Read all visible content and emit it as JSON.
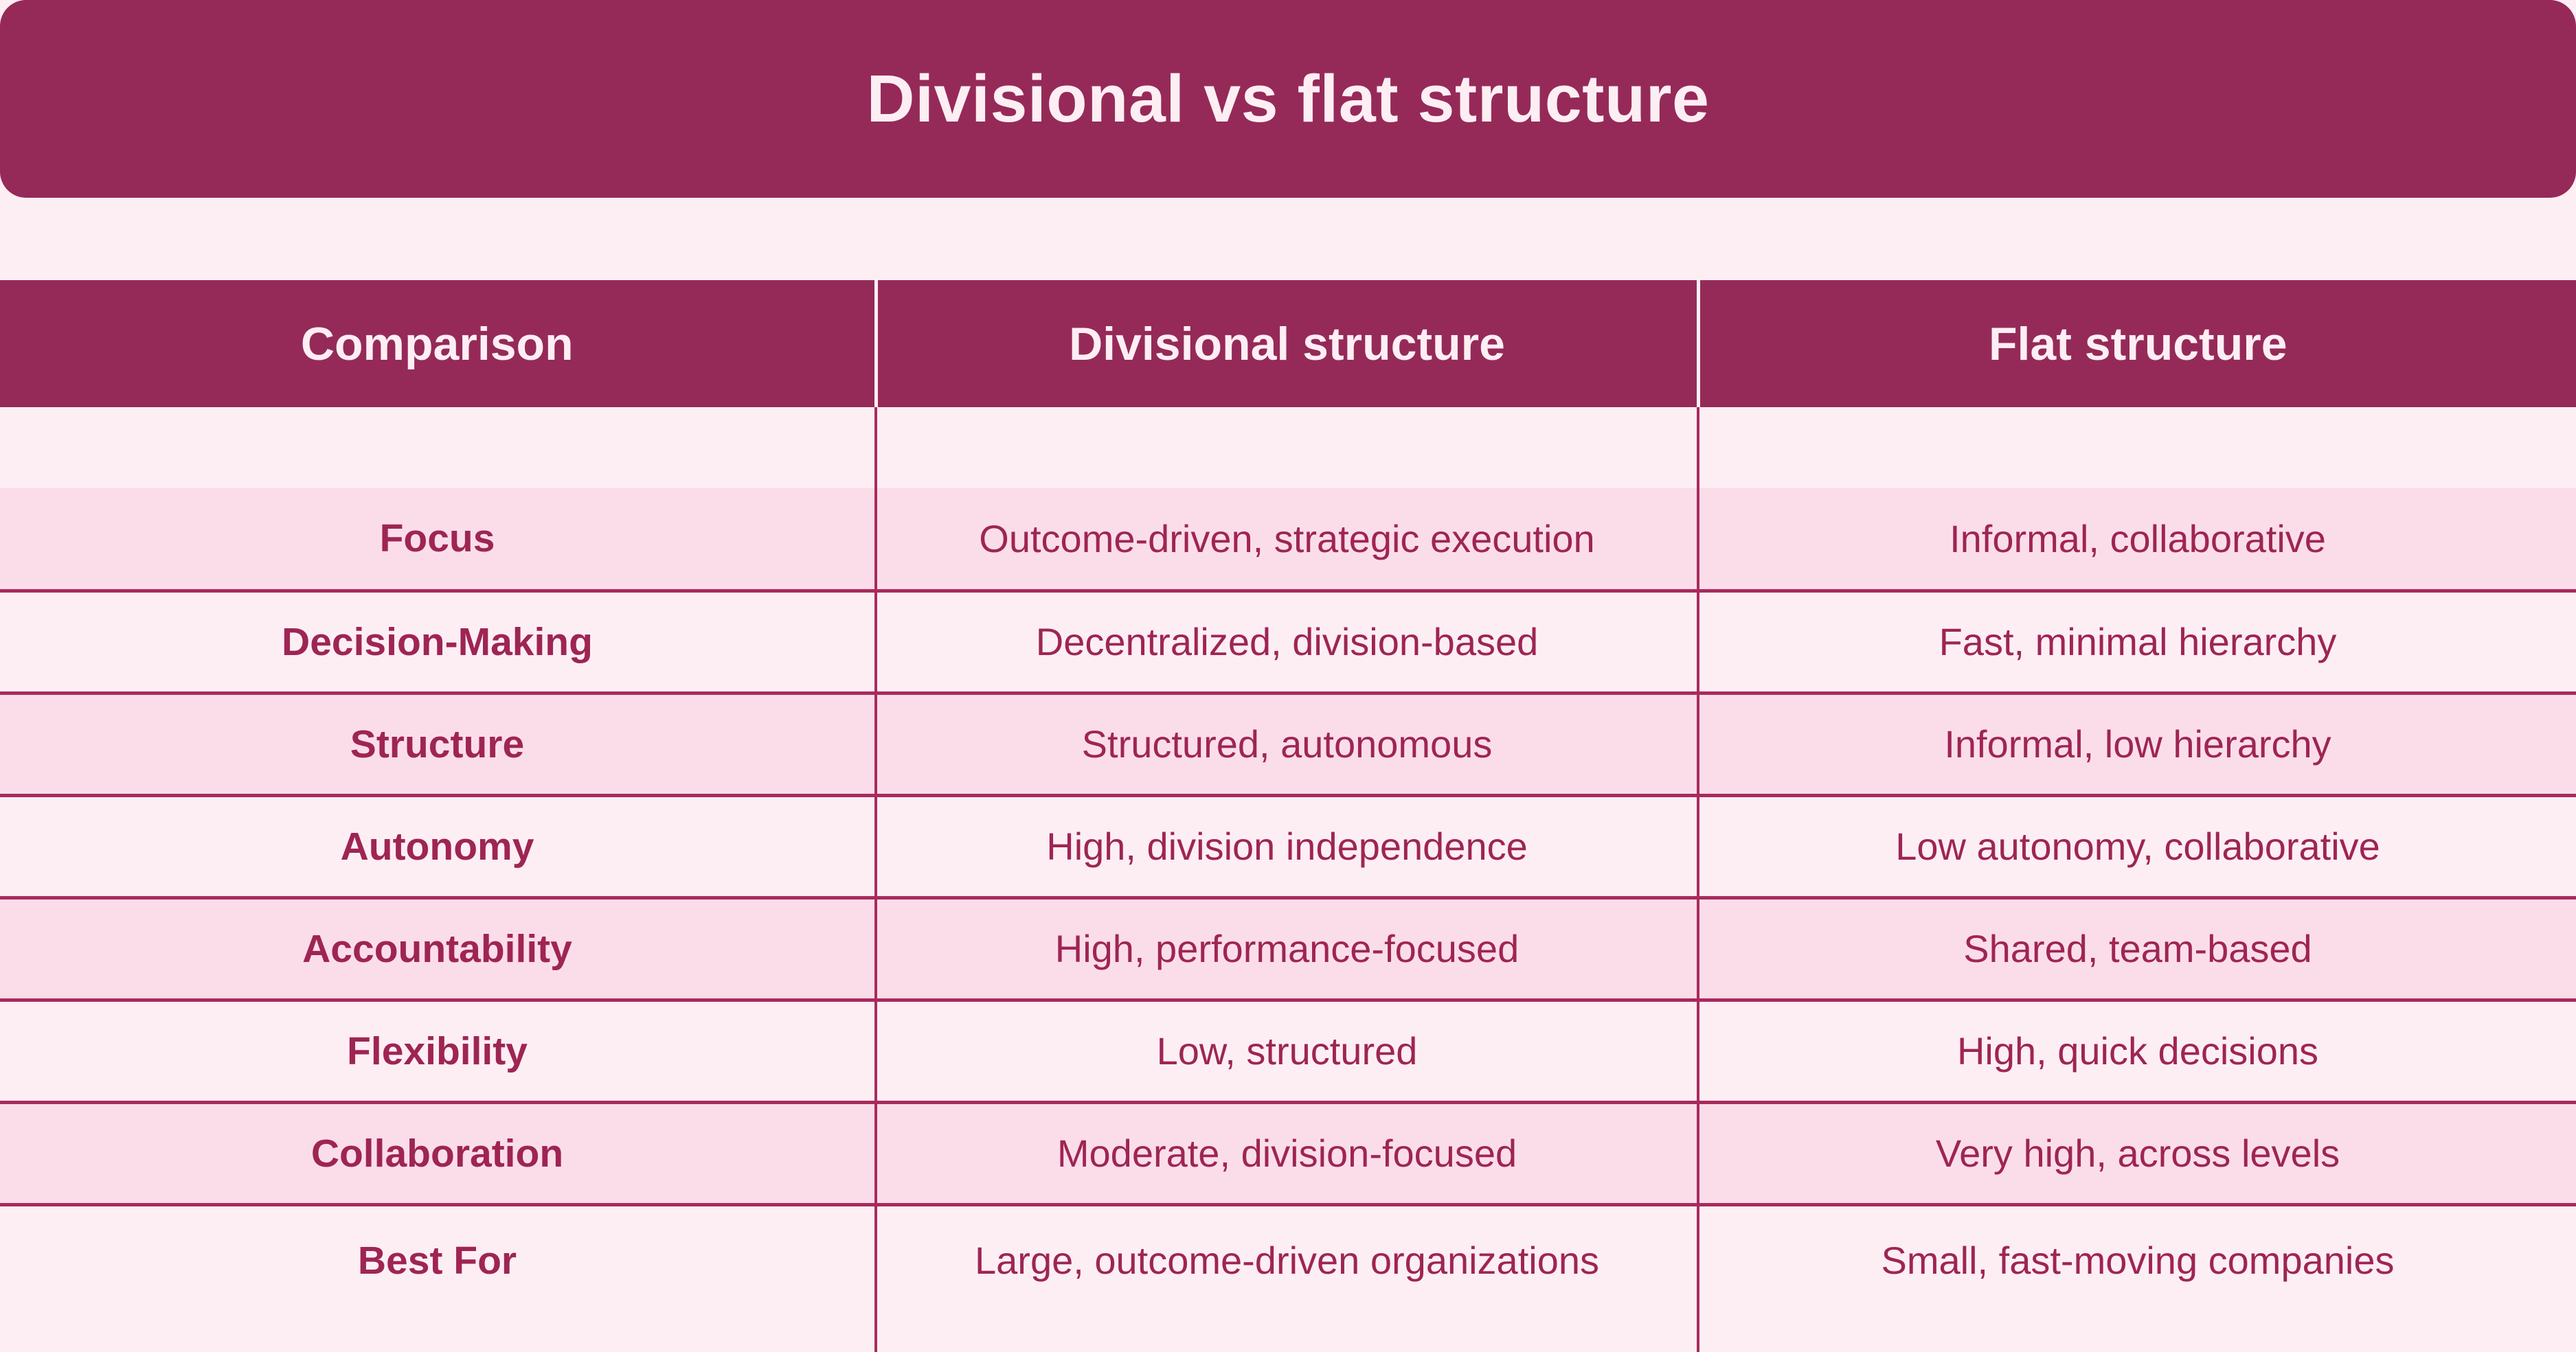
{
  "title": "Divisional vs flat structure",
  "colors": {
    "brand_maroon": "#952A58",
    "text_maroon": "#9E2553",
    "row_light": "#FDEEF4",
    "row_dark": "#FBDDE9",
    "border": "#A92A5C"
  },
  "table": {
    "headers": [
      "Comparison",
      "Divisional structure",
      "Flat structure"
    ],
    "rows": [
      {
        "label": "Focus",
        "divisional": "Outcome-driven, strategic execution",
        "flat": "Informal, collaborative"
      },
      {
        "label": "Decision-Making",
        "divisional": "Decentralized, division-based",
        "flat": "Fast, minimal hierarchy"
      },
      {
        "label": "Structure",
        "divisional": "Structured, autonomous",
        "flat": "Informal, low hierarchy"
      },
      {
        "label": "Autonomy",
        "divisional": "High, division independence",
        "flat": "Low autonomy, collaborative"
      },
      {
        "label": "Accountability",
        "divisional": "High, performance-focused",
        "flat": "Shared, team-based"
      },
      {
        "label": "Flexibility",
        "divisional": "Low, structured",
        "flat": "High, quick decisions"
      },
      {
        "label": "Collaboration",
        "divisional": "Moderate, division-focused",
        "flat": "Very high, across levels"
      },
      {
        "label": "Best For",
        "divisional": "Large, outcome-driven organizations",
        "flat": "Small, fast-moving companies"
      }
    ]
  }
}
